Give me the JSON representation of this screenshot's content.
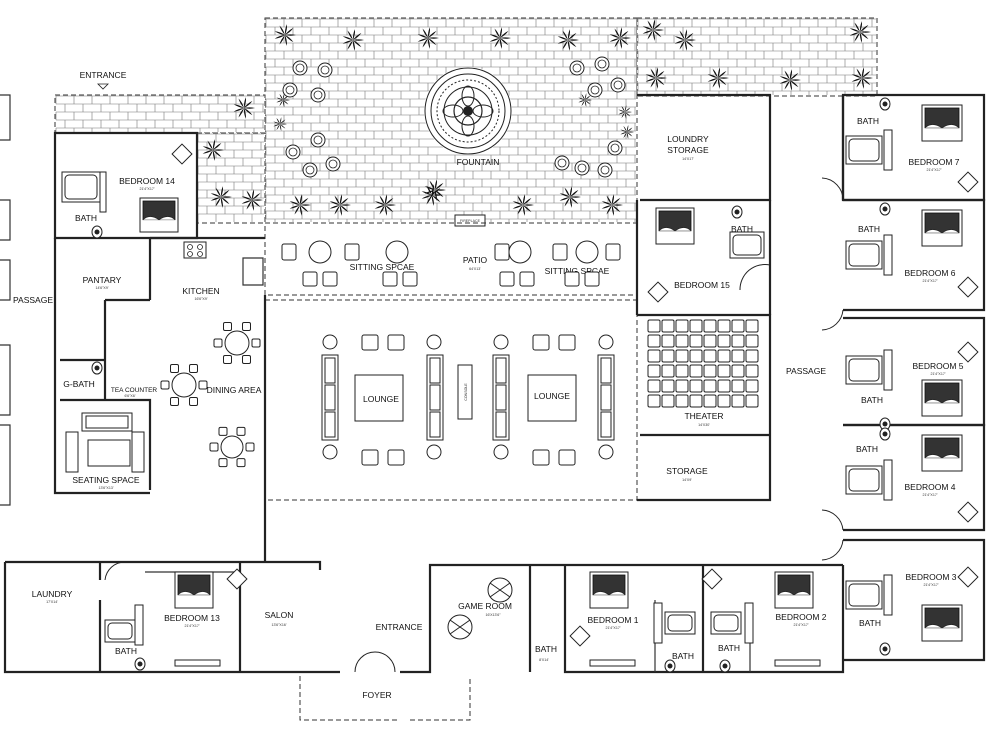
{
  "labels": {
    "entrance_top": "ENTRANCE",
    "bedroom14": "BEDROOM 14",
    "bedroom14_dim": "21'4\"X17'",
    "bath14": "BATH",
    "passage_left": "PASSAGE",
    "pantry": "PANTARY",
    "pantry_dim": "14'6\"X9'",
    "kitchen": "KITCHEN",
    "kitchen_dim": "16'6\"X9'",
    "g_bath": "G-BATH",
    "tea_counter": "TEA COUNTER",
    "tea_counter_dim": "6'6\"X6'",
    "dining": "DINING AREA",
    "seating": "SEATING SPACE",
    "seating_dim": "13'6\"X13'",
    "laundry": "LAUNDRY",
    "laundry_dim": "17'X14'",
    "bedroom13": "BEDROOM 13",
    "bedroom13_dim": "21'4\"X17'",
    "bath13": "BATH",
    "salon": "SALON",
    "salon_dim": "13'6\"X16'",
    "entrance_bottom": "ENTRANCE",
    "foyer": "FOYER",
    "fountain": "FOUNTAIN",
    "fireplace": "FIREPLACE",
    "patio": "PATIO",
    "patio_dim": "64'X13'",
    "sitting_left": "SITTING SPCAE",
    "sitting_right": "SITTING SPCAE",
    "lounge_left": "LOUNGE",
    "lounge_right": "LOUNGE",
    "center_table": "CONSOLE",
    "game_room": "GAME ROOM",
    "game_room_dim": "16'X13'6\"",
    "bath_small": "BATH",
    "bath_small_dim": "8'X14'",
    "bedroom1": "BEDROOM 1",
    "bedroom1_dim": "21'4\"X17'",
    "bath1": "BATH",
    "bedroom2": "BEDROOM 2",
    "bedroom2_dim": "21'4\"X17'",
    "bath2": "BATH",
    "laundry_storage_1": "LOUNDRY",
    "laundry_storage_2": "STORAGE",
    "laundry_storage_dim": "14'X17'",
    "bedroom15": "BEDROOM 15",
    "bath15": "BATH",
    "theater": "THEATER",
    "theater_dim": "14'X30'",
    "storage": "STORAGE",
    "storage_dim": "14'X9'",
    "passage_right": "PASSAGE",
    "bedroom7": "BEDROOM 7",
    "bedroom7_dim": "21'4\"X17'",
    "bath7": "BATH",
    "bedroom6": "BEDROOM 6",
    "bedroom6_dim": "21'4\"X17'",
    "bath6": "BATH",
    "bedroom5": "BEDROOM 5",
    "bedroom5_dim": "21'4\"X17'",
    "bath5": "BATH",
    "bedroom4": "BEDROOM 4",
    "bedroom4_dim": "21'4\"X17'",
    "bath4": "BATH",
    "bedroom3": "BEDROOM 3",
    "bedroom3_dim": "21'4\"X17'",
    "bath3": "BATH"
  }
}
